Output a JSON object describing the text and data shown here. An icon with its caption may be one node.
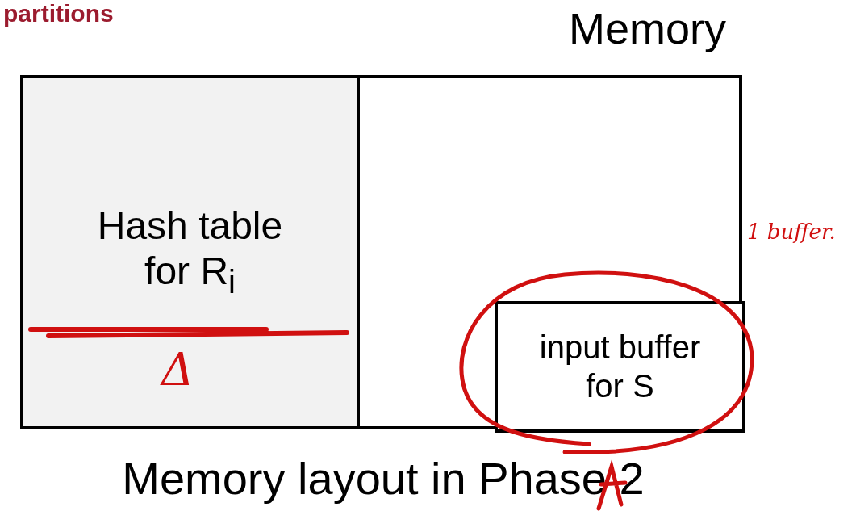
{
  "diagram": {
    "caption": "Memory layout in Phase 2",
    "nodes": [
      {
        "text": [
          "Memory"
        ]
      },
      {
        "text": [
          "Hash table for R$_{i}$"
        ],
        "in": 0
      },
      {
        "text": [
          "input buffer for S"
        ],
        "in": 0
      }
    ],
    "labels": [
      "partitions",
      "1 buffer.",
      "Δ"
    ]
  }
}
